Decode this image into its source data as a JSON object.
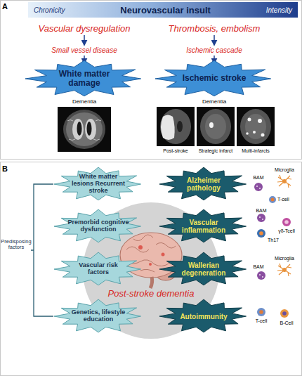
{
  "diagram": {
    "nodes": [
      {
        "text": [
          "Chronicity",
          "Neurovascular insult",
          "Intensity"
        ]
      },
      {
        "text": [
          "White matter damage"
        ]
      },
      {
        "text": [
          "Ischemic stroke"
        ]
      },
      {
        "text": [
          "Post-stroke dementia"
        ]
      },
      {
        "text": [
          "White matter lesions Recurrent stroke"
        ]
      },
      {
        "text": [
          "Alzheimer pathology"
        ]
      },
      {
        "text": [
          "Premorbid cognitive dysfunction"
        ]
      },
      {
        "text": [
          "Vascular inflammation"
        ]
      },
      {
        "text": [
          "Vascular risk factors"
        ]
      },
      {
        "text": [
          "Wallerian degeneration"
        ]
      },
      {
        "text": [
          "Genetics, lifestyle education"
        ]
      },
      {
        "text": [
          "Autoimmunity"
        ]
      }
    ],
    "labels": [
      "A",
      "Vascular dysregulation",
      "Thrombosis, embolism",
      "Small vessel disease",
      "Ischemic cascade",
      "Dementia",
      "Dementia",
      "Post-stroke",
      "Strategic infarct",
      "Multi-infarcts",
      "B",
      "Predisposing factors",
      "Microglia",
      "BAM",
      "T-cell",
      "BAM",
      "γδ-Tcell",
      "Th17",
      "Microglia",
      "BAM",
      "T-cell",
      "B-Cell"
    ]
  }
}
